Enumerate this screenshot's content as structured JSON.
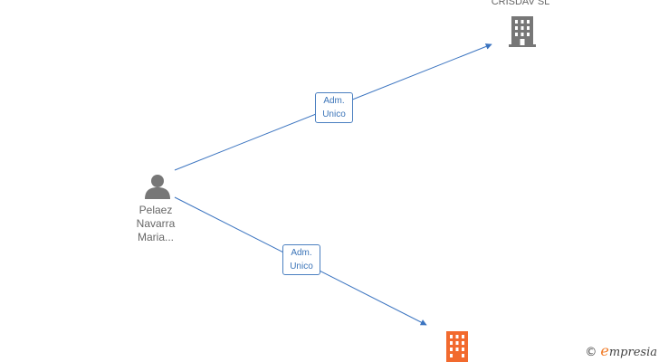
{
  "nodes": {
    "person": {
      "name_lines": [
        "Pelaez",
        "Navarra",
        "Maria..."
      ]
    },
    "company_top": {
      "name": "CRISDAV SL",
      "color": "#777777"
    },
    "company_bottom": {
      "name": "",
      "color": "#f26a2e"
    }
  },
  "edges": [
    {
      "label_lines": [
        "Adm.",
        "Unico"
      ],
      "from": "person",
      "to": "company_top"
    },
    {
      "label_lines": [
        "Adm.",
        "Unico"
      ],
      "from": "person",
      "to": "company_bottom"
    }
  ],
  "colors": {
    "edge": "#3b74c0"
  },
  "brand": {
    "copyright": "©",
    "first": "e",
    "rest": "mpresia"
  }
}
